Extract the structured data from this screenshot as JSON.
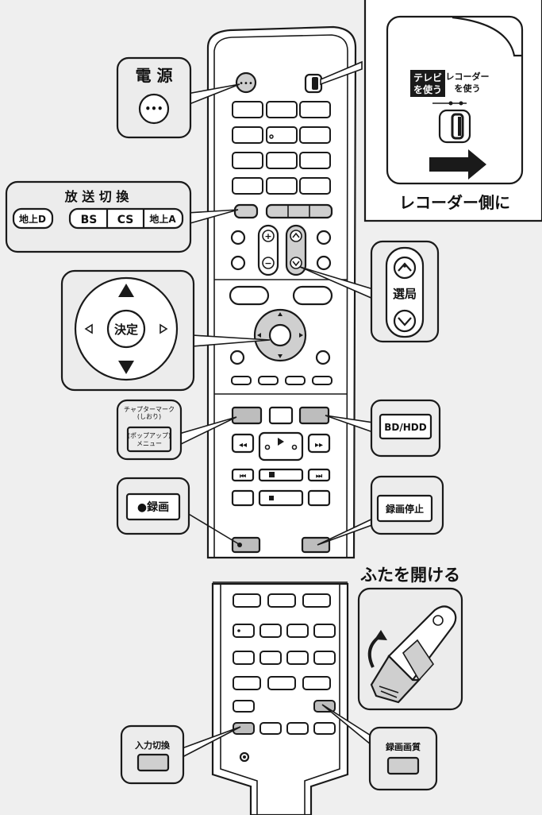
{
  "colors": {
    "background": "#efefef",
    "callout_fill": "#ececec",
    "stroke": "#1a1a1a",
    "button_white": "#ffffff",
    "button_gray": "#bdbdbd",
    "highlight": "#cfcfcf",
    "white": "#ffffff"
  },
  "callouts": {
    "power": {
      "title": "電 源"
    },
    "switch": {
      "tv_label": "テレビ\nを使う",
      "recorder_label": "レコーダー\nを使う",
      "caption": "レコーダー側に"
    },
    "broadcast": {
      "title": "放 送 切 換",
      "terrestrial_d": "地上D",
      "bs": "BS",
      "cs": "CS",
      "terrestrial_a": "地上A"
    },
    "channel": {
      "label": "選局"
    },
    "dpad": {
      "center": "決定"
    },
    "chapter": {
      "top_label": "チャプターマーク\n(しおり)",
      "button_label": "(ポップアップ)\nメニュー"
    },
    "bdhdd": {
      "label": "BD/HDD"
    },
    "record": {
      "label": "●録画"
    },
    "stop_record": {
      "label": "録画停止"
    },
    "open_cover": {
      "title": "ふたを開ける"
    },
    "input": {
      "label": "入力切換"
    },
    "quality": {
      "label": "録画画質"
    }
  },
  "icons": {
    "power": "power-dots-icon",
    "up": "triangle-up-icon",
    "down": "triangle-down-icon",
    "left": "triangle-left-icon",
    "right": "triangle-right-icon",
    "arrow": "arrow-right-icon",
    "rotate": "rotate-arrow-icon",
    "rewind": "rewind-icon",
    "play": "play-icon",
    "ff": "fast-forward-icon",
    "prev": "skip-prev-icon",
    "next": "skip-next-icon",
    "stop": "stop-icon",
    "plus": "plus-icon",
    "minus": "minus-icon",
    "chevron_up": "chevron-up-icon",
    "chevron_down": "chevron-down-icon"
  }
}
